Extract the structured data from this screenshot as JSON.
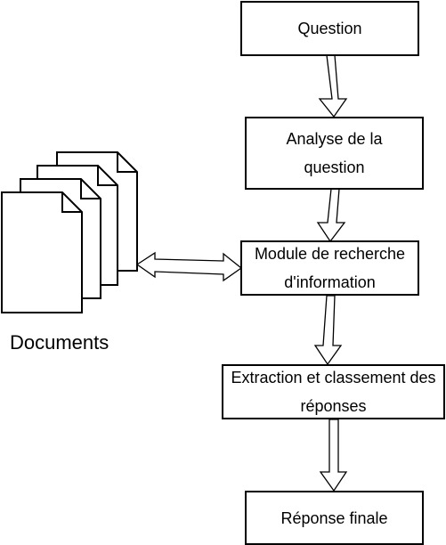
{
  "diagram": {
    "nodes": {
      "question": "Question",
      "analyse": "Analyse de la question",
      "module": "Module de recherche d'information",
      "extraction": "Extraction et classement des réponses",
      "reponse": "Réponse finale"
    },
    "documents_label": "Documents"
  }
}
